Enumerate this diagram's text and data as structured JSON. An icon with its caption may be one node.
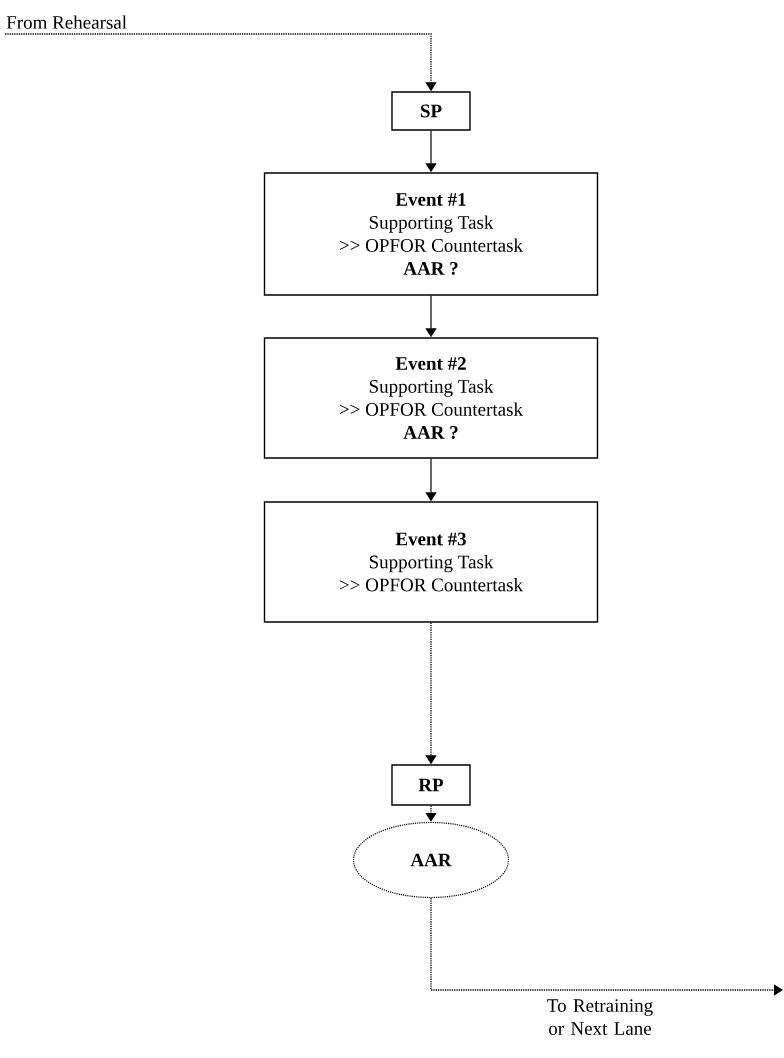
{
  "diagram": {
    "nodes": [
      {
        "text": [
          "SP"
        ]
      },
      {
        "text": [
          "Event #1",
          "Supporting Task",
          ">> OPFOR Countertask",
          "AAR ?"
        ]
      },
      {
        "text": [
          "Event #2",
          "Supporting Task",
          ">> OPFOR Countertask",
          "AAR ?"
        ]
      },
      {
        "text": [
          "Event #3",
          "Supporting Task",
          ">> OPFOR Countertask"
        ]
      },
      {
        "text": [
          "RP"
        ]
      },
      {
        "text": [
          "AAR"
        ]
      }
    ],
    "edges": [
      {
        "from": null,
        "to": 0,
        "arrow": "to",
        "style": "dashed",
        "label": "From Rehearsal"
      },
      {
        "from": 0,
        "to": 1,
        "arrow": "to"
      },
      {
        "from": 1,
        "to": 2,
        "arrow": "to"
      },
      {
        "from": 2,
        "to": 3,
        "arrow": "to"
      },
      {
        "from": 3,
        "to": 4,
        "arrow": "to",
        "style": "dashed"
      },
      {
        "from": 4,
        "to": 5,
        "arrow": "to",
        "style": "dashed"
      },
      {
        "from": 5,
        "to": null,
        "arrow": "to",
        "style": "dashed",
        "label": "To Retraining or Next Lane"
      }
    ]
  }
}
